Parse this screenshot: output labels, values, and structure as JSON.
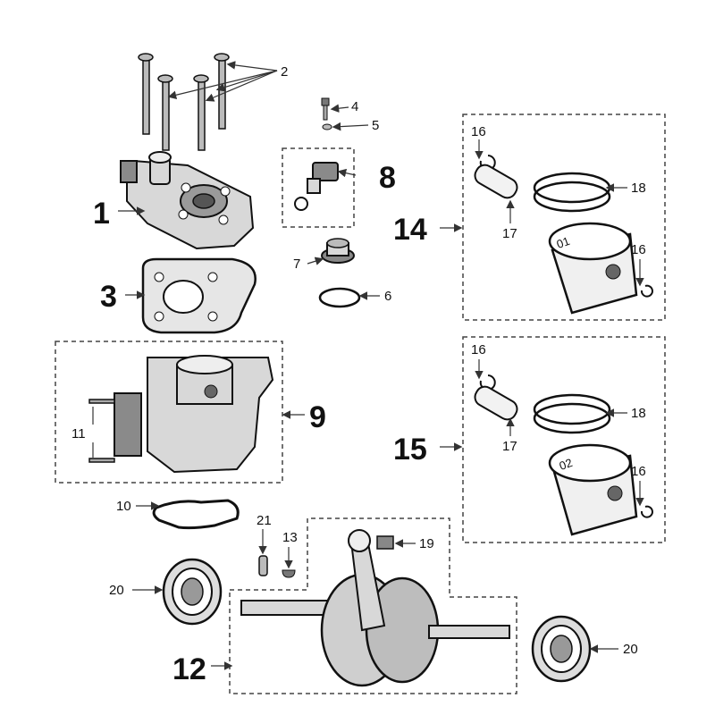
{
  "labels": {
    "n1": "1",
    "n2": "2",
    "n3": "3",
    "n4": "4",
    "n5": "5",
    "n6": "6",
    "n7": "7",
    "n8": "8",
    "n9": "9",
    "n10": "10",
    "n11": "11",
    "n12": "12",
    "n13": "13",
    "n14": "14",
    "n15": "15",
    "n16a": "16",
    "n16b": "16",
    "n16c": "16",
    "n16d": "16",
    "n17a": "17",
    "n17b": "17",
    "n18a": "18",
    "n18b": "18",
    "n19": "19",
    "n20a": "20",
    "n20b": "20",
    "n21": "21"
  },
  "piston_marks": {
    "first": "01",
    "second": "02"
  }
}
